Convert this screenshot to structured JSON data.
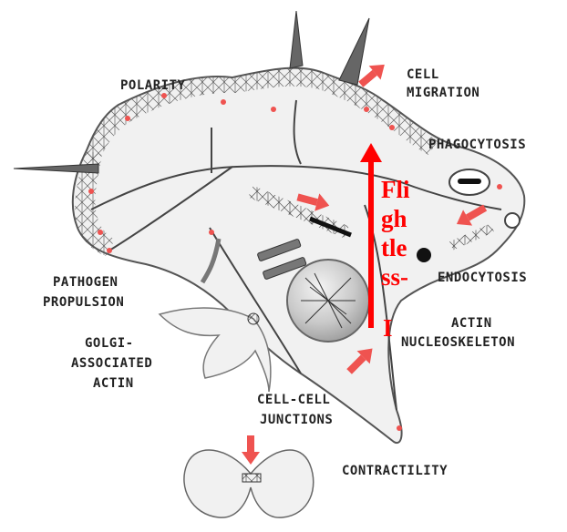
{
  "labels": {
    "polarity": "POLARITY",
    "cell": "CELL",
    "migration": "MIGRATION",
    "phagocytosis": "PHAGOCYTOSIS",
    "endocytosis": "ENDOCYTOSIS",
    "pathogen": "PATHOGEN",
    "propulsion": "PROPULSION",
    "actin_r": "ACTIN",
    "nucleoskeleton": "NUCLEOSKELETON",
    "golgi": "GOLGI-",
    "associated": "ASSOCIATED",
    "actin_l": "ACTIN",
    "cellcell": "CELL-CELL",
    "junctions": "JUNCTIONS",
    "contractility": "CONTRACTILITY"
  },
  "overlay": {
    "lines": [
      "Fli",
      "gh",
      "tle",
      "ss-",
      "I"
    ]
  },
  "colors": {
    "accent": "#ff0000",
    "arrow": "#ef5350",
    "cell_fill": "#f1f1f1",
    "outline": "#555555",
    "label": "#222222"
  }
}
